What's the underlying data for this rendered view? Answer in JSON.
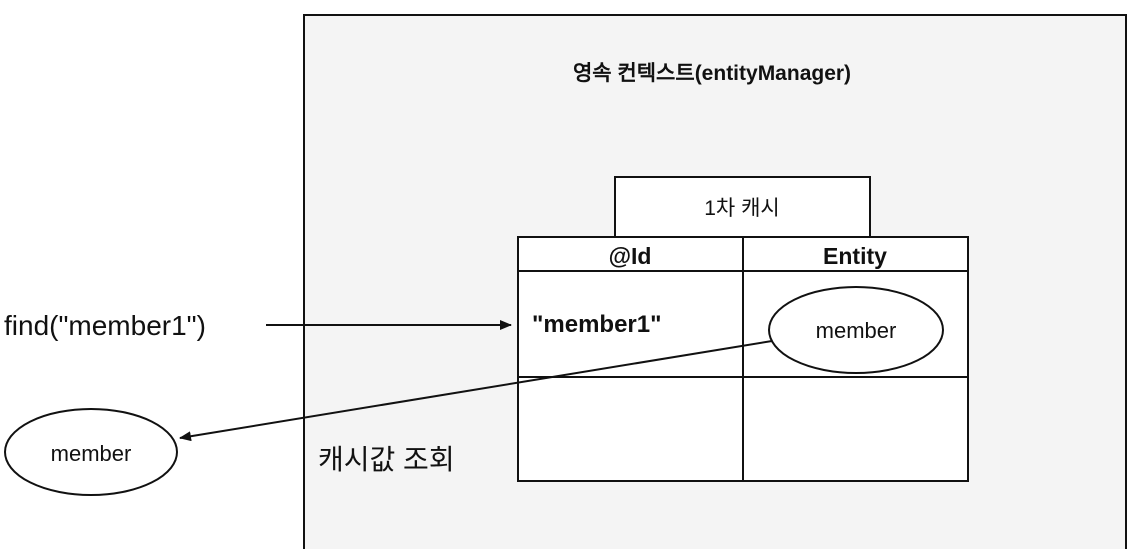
{
  "context": {
    "title": "영속 컨텍스트(entityManager)"
  },
  "cache": {
    "label": "1차 캐시",
    "headers": {
      "id": "@Id",
      "entity": "Entity"
    },
    "rows": [
      {
        "id": "\"member1\"",
        "entity": "member"
      },
      {
        "id": "",
        "entity": ""
      }
    ]
  },
  "call": {
    "label": "find(\"member1\")"
  },
  "result": {
    "label": "member",
    "annotation": "캐시값 조회"
  },
  "colors": {
    "stroke": "#111111",
    "background": "#ffffff",
    "context_fill": "#f4f4f4"
  }
}
